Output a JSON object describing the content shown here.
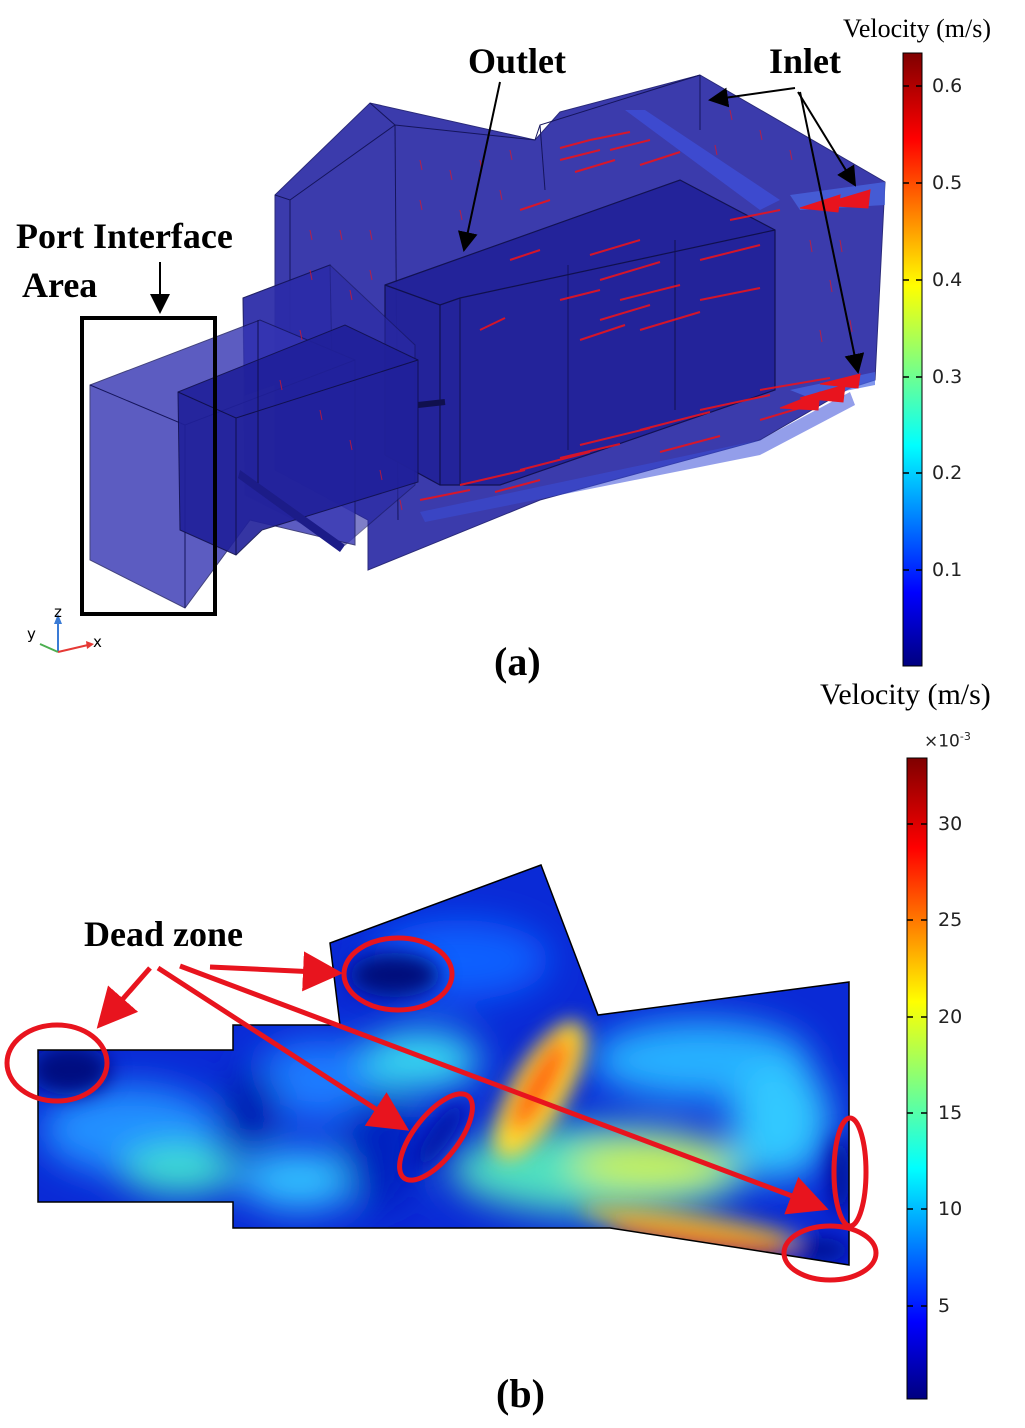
{
  "panel_a": {
    "label": "(a)",
    "annotations": {
      "outlet": "Outlet",
      "inlet": "Inlet",
      "port_interface_line1": "Port Interface",
      "port_interface_line2": "Area"
    },
    "axis_triad": {
      "y": "y",
      "z": "z",
      "x": "x"
    },
    "colorbar": {
      "title": "Velocity (m/s)",
      "ticks": [
        "0.6",
        "0.5",
        "0.4",
        "0.3",
        "0.2",
        "0.1"
      ],
      "range": [
        0,
        0.63
      ]
    }
  },
  "panel_b": {
    "label": "(b)",
    "annotation": "Dead zone",
    "colorbar": {
      "title": "Velocity  (m/s)",
      "multiplier": "×10",
      "multiplier_exp": "-3",
      "ticks": [
        "30",
        "25",
        "20",
        "15",
        "10",
        "5"
      ],
      "range": [
        0,
        33
      ]
    }
  },
  "colors": {
    "volume_fill": "#2a2aa8",
    "arrow": "#e8141e",
    "annotation_red": "#e8141e",
    "outline": "#000000"
  }
}
